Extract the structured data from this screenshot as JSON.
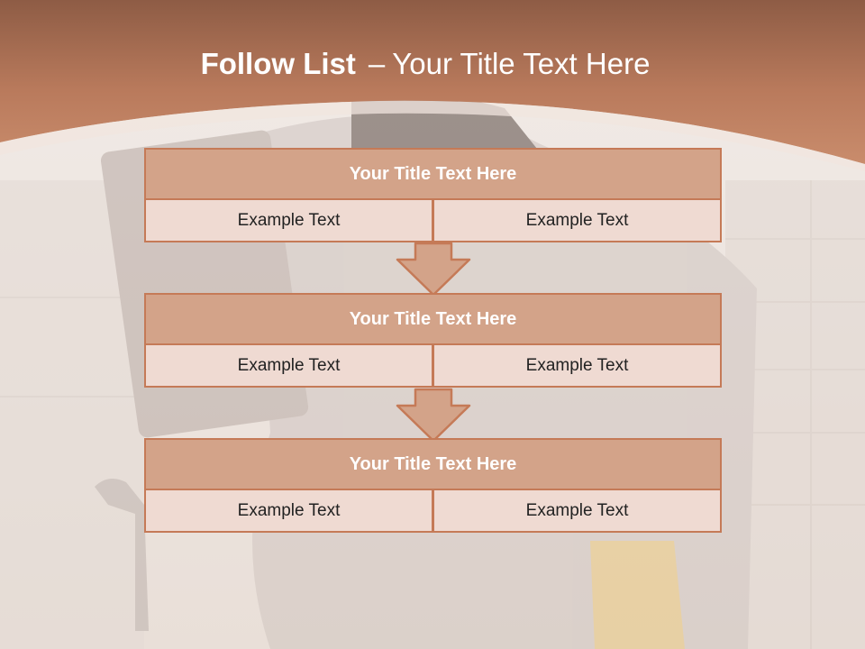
{
  "title": {
    "bold": "Follow List",
    "separator": "–",
    "rest": "Your Title Text Here"
  },
  "steps": [
    {
      "title": "Your Title Text Here",
      "left": "Example Text",
      "right": "Example Text"
    },
    {
      "title": "Your Title Text Here",
      "left": "Example Text",
      "right": "Example Text"
    },
    {
      "title": "Your Title Text Here",
      "left": "Example Text",
      "right": "Example Text"
    }
  ],
  "colors": {
    "accent": "#c57a57",
    "header_fill": "#d3a389",
    "cell_fill": "#efdad2",
    "banner": "#b97a5c"
  }
}
